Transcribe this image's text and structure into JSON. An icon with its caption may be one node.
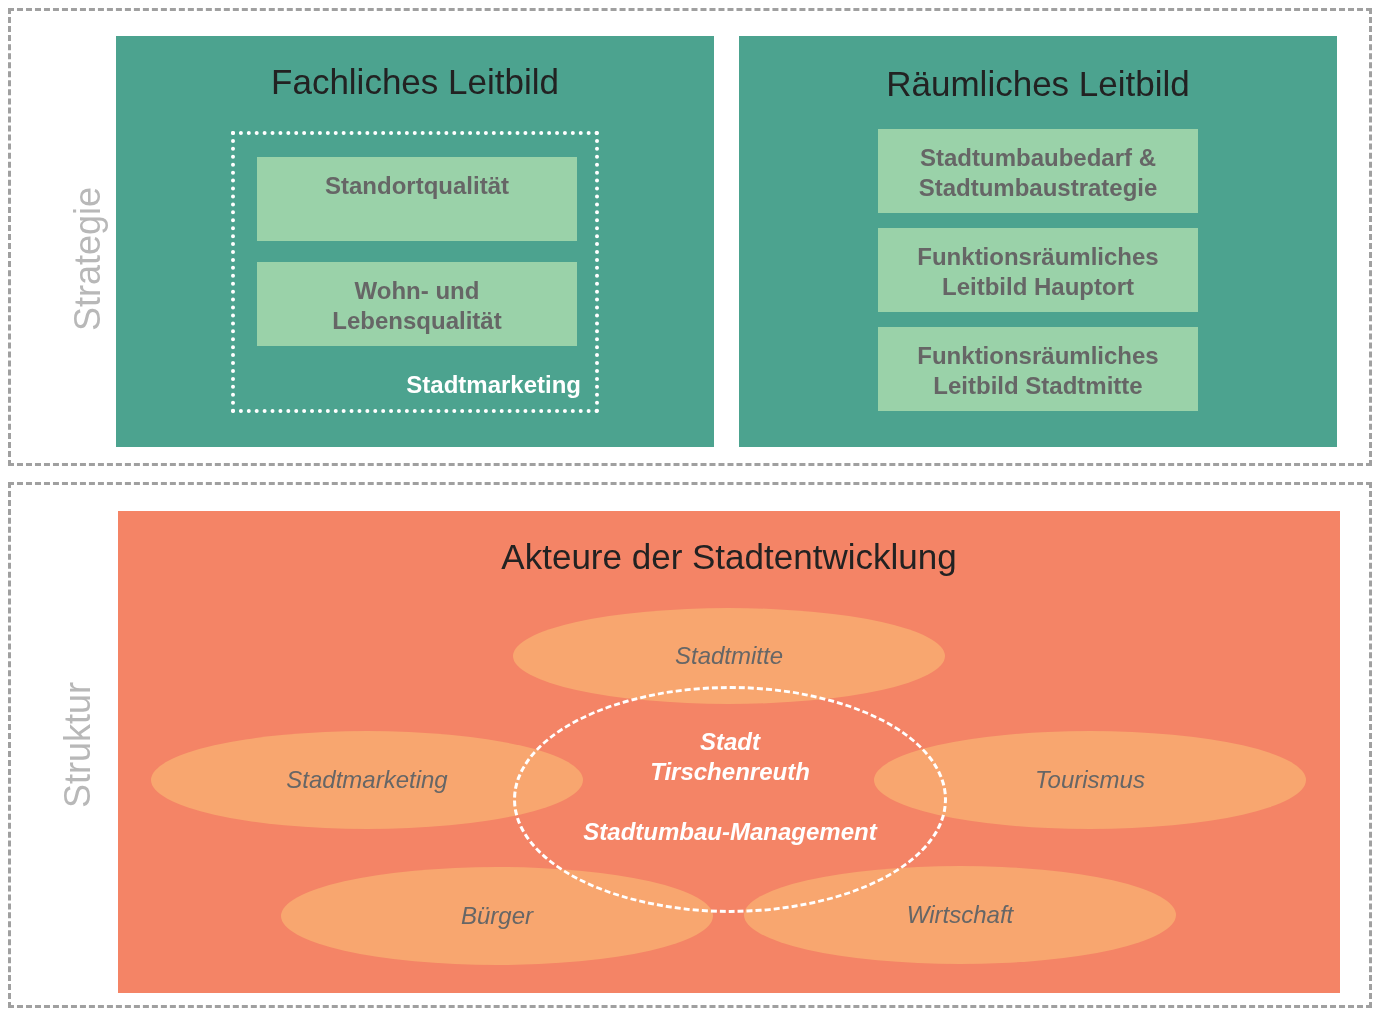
{
  "diagram": {
    "nodes": [
      {
        "text": [
          "Strategie"
        ]
      },
      {
        "text": [
          "Fachliches Leitbild"
        ],
        "in": 0
      },
      {
        "text": [
          "Stadtmarketing"
        ],
        "in": 1
      },
      {
        "text": [
          "Standortqualität"
        ],
        "in": 2
      },
      {
        "text": [
          "Wohn- und Lebensqualität"
        ],
        "in": 2
      },
      {
        "text": [
          "Räumliches Leitbild"
        ],
        "in": 0
      },
      {
        "text": [
          "Stadtumbaubedarf & Stadtumbaustrategie"
        ],
        "in": 5
      },
      {
        "text": [
          "Funktionsräumliches Leitbild Hauptort"
        ],
        "in": 5
      },
      {
        "text": [
          "Funktionsräumliches Leitbild Stadtmitte"
        ],
        "in": 5
      },
      {
        "text": [
          "Struktur"
        ]
      },
      {
        "text": [
          "Akteure der Stadtentwicklung"
        ],
        "in": 9
      },
      {
        "text": [
          "Stadtmitte"
        ],
        "in": 10
      },
      {
        "text": [
          "Stadtmarketing"
        ],
        "in": 10
      },
      {
        "text": [
          "Stadt Tirschenreuth",
          "Stadtumbau-Management"
        ],
        "in": 10
      },
      {
        "text": [
          "Tourismus"
        ],
        "in": 10
      },
      {
        "text": [
          "Bürger"
        ],
        "in": 10
      },
      {
        "text": [
          "Wirtschaft"
        ],
        "in": 10
      }
    ],
    "edges": []
  }
}
